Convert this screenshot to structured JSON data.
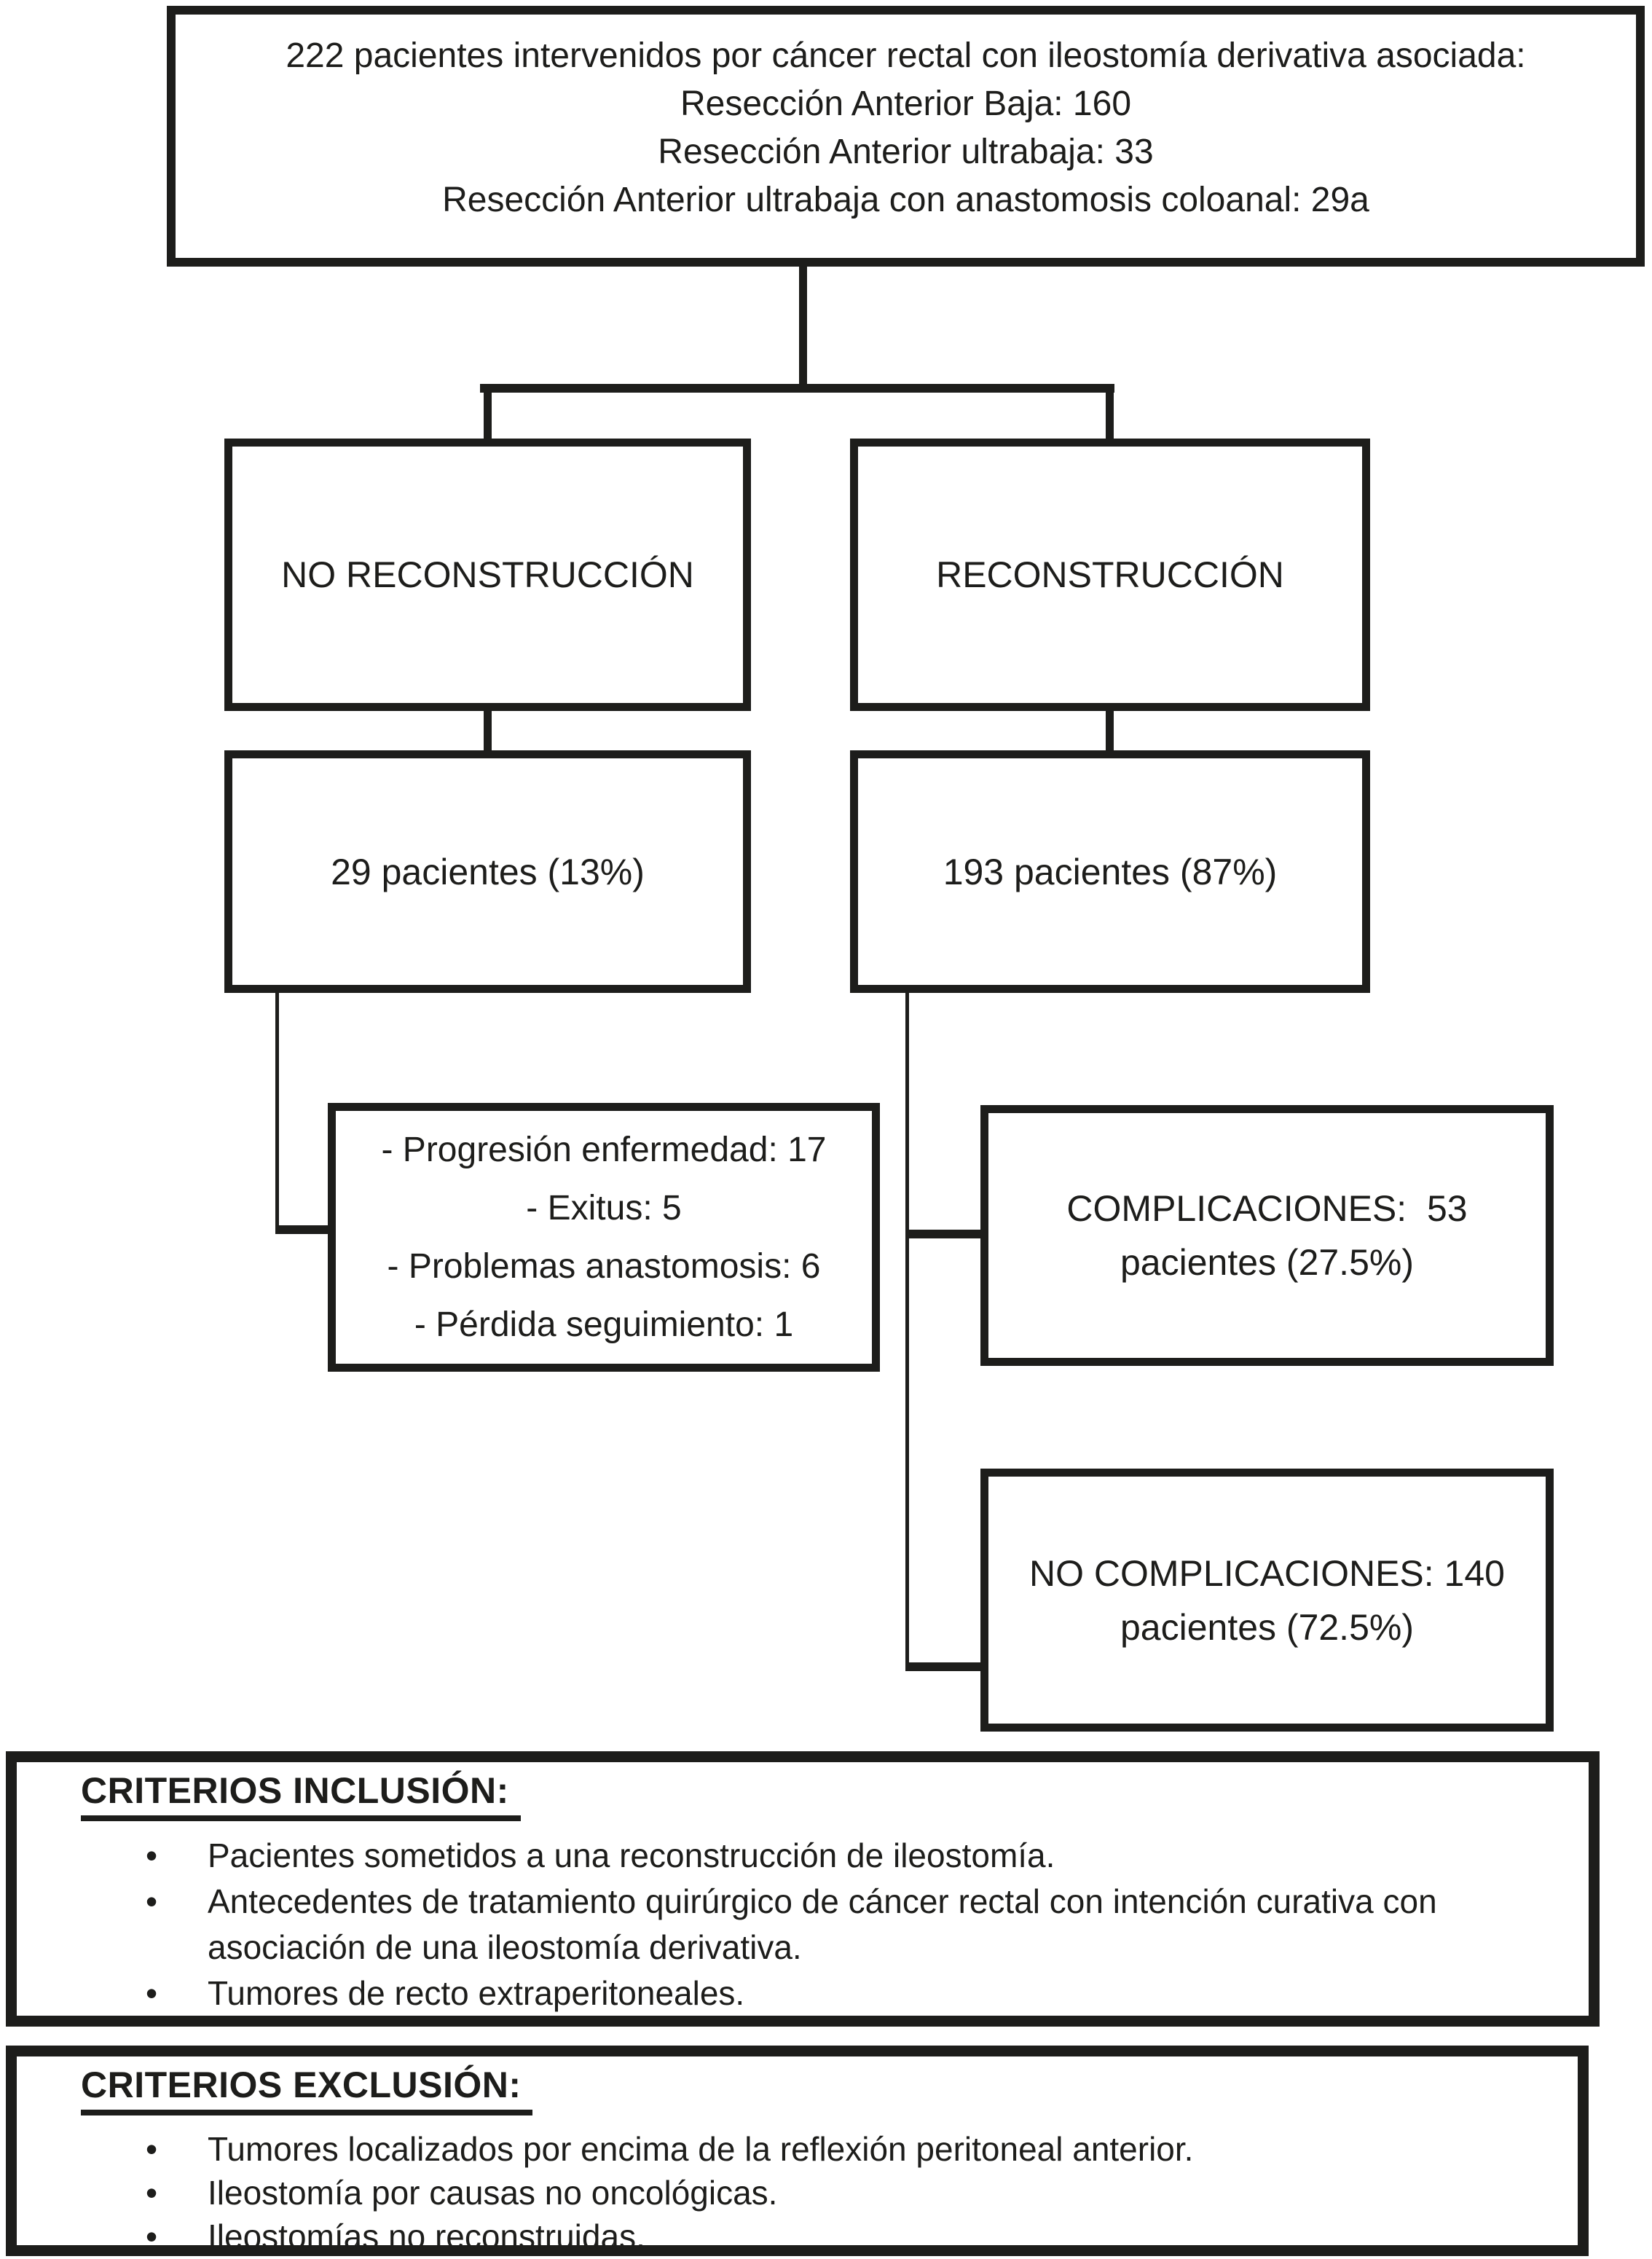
{
  "colors": {
    "ink": "#1d1d1b",
    "background": "#ffffff"
  },
  "flow": {
    "root": {
      "lines": [
        "222 pacientes intervenidos por cáncer rectal con ileostomía derivativa asociada:",
        "Resección Anterior Baja: 160",
        "Resección Anterior ultrabaja: 33",
        "Resección Anterior ultrabaja con anastomosis coloanal: 29a"
      ]
    },
    "branch_left": {
      "label": "NO RECONSTRUCCIÓN"
    },
    "branch_right": {
      "label": "RECONSTRUCCIÓN"
    },
    "count_left": {
      "label": "29 pacientes (13%)"
    },
    "count_right": {
      "label": "193 pacientes (87%)"
    },
    "losses": {
      "lines": [
        "- Progresión enfermedad: 17",
        "- Exitus: 5",
        "- Problemas anastomosis: 6",
        "- Pérdida seguimiento: 1"
      ]
    },
    "complications": {
      "lines": [
        "COMPLICACIONES:  53",
        "pacientes (27.5%)"
      ]
    },
    "no_complications": {
      "lines": [
        "NO COMPLICACIONES: 140",
        "pacientes (72.5%)"
      ]
    }
  },
  "criteria": {
    "inclusion": {
      "heading": "CRITERIOS INCLUSIÓN:",
      "bullets": [
        "Pacientes sometidos a una reconstrucción de ileostomía.",
        "Antecedentes de tratamiento quirúrgico de cáncer rectal con intención curativa con asociación de una ileostomía derivativa.",
        "Tumores de recto extraperitoneales."
      ],
      "bullet_glyph": "•"
    },
    "exclusion": {
      "heading": "CRITERIOS EXCLUSIÓN:",
      "bullets": [
        "Tumores localizados por encima de la reflexión peritoneal anterior.",
        "Ileostomía por causas no oncológicas.",
        "Ileostomías no reconstruidas."
      ],
      "bullet_glyph": "•"
    }
  }
}
